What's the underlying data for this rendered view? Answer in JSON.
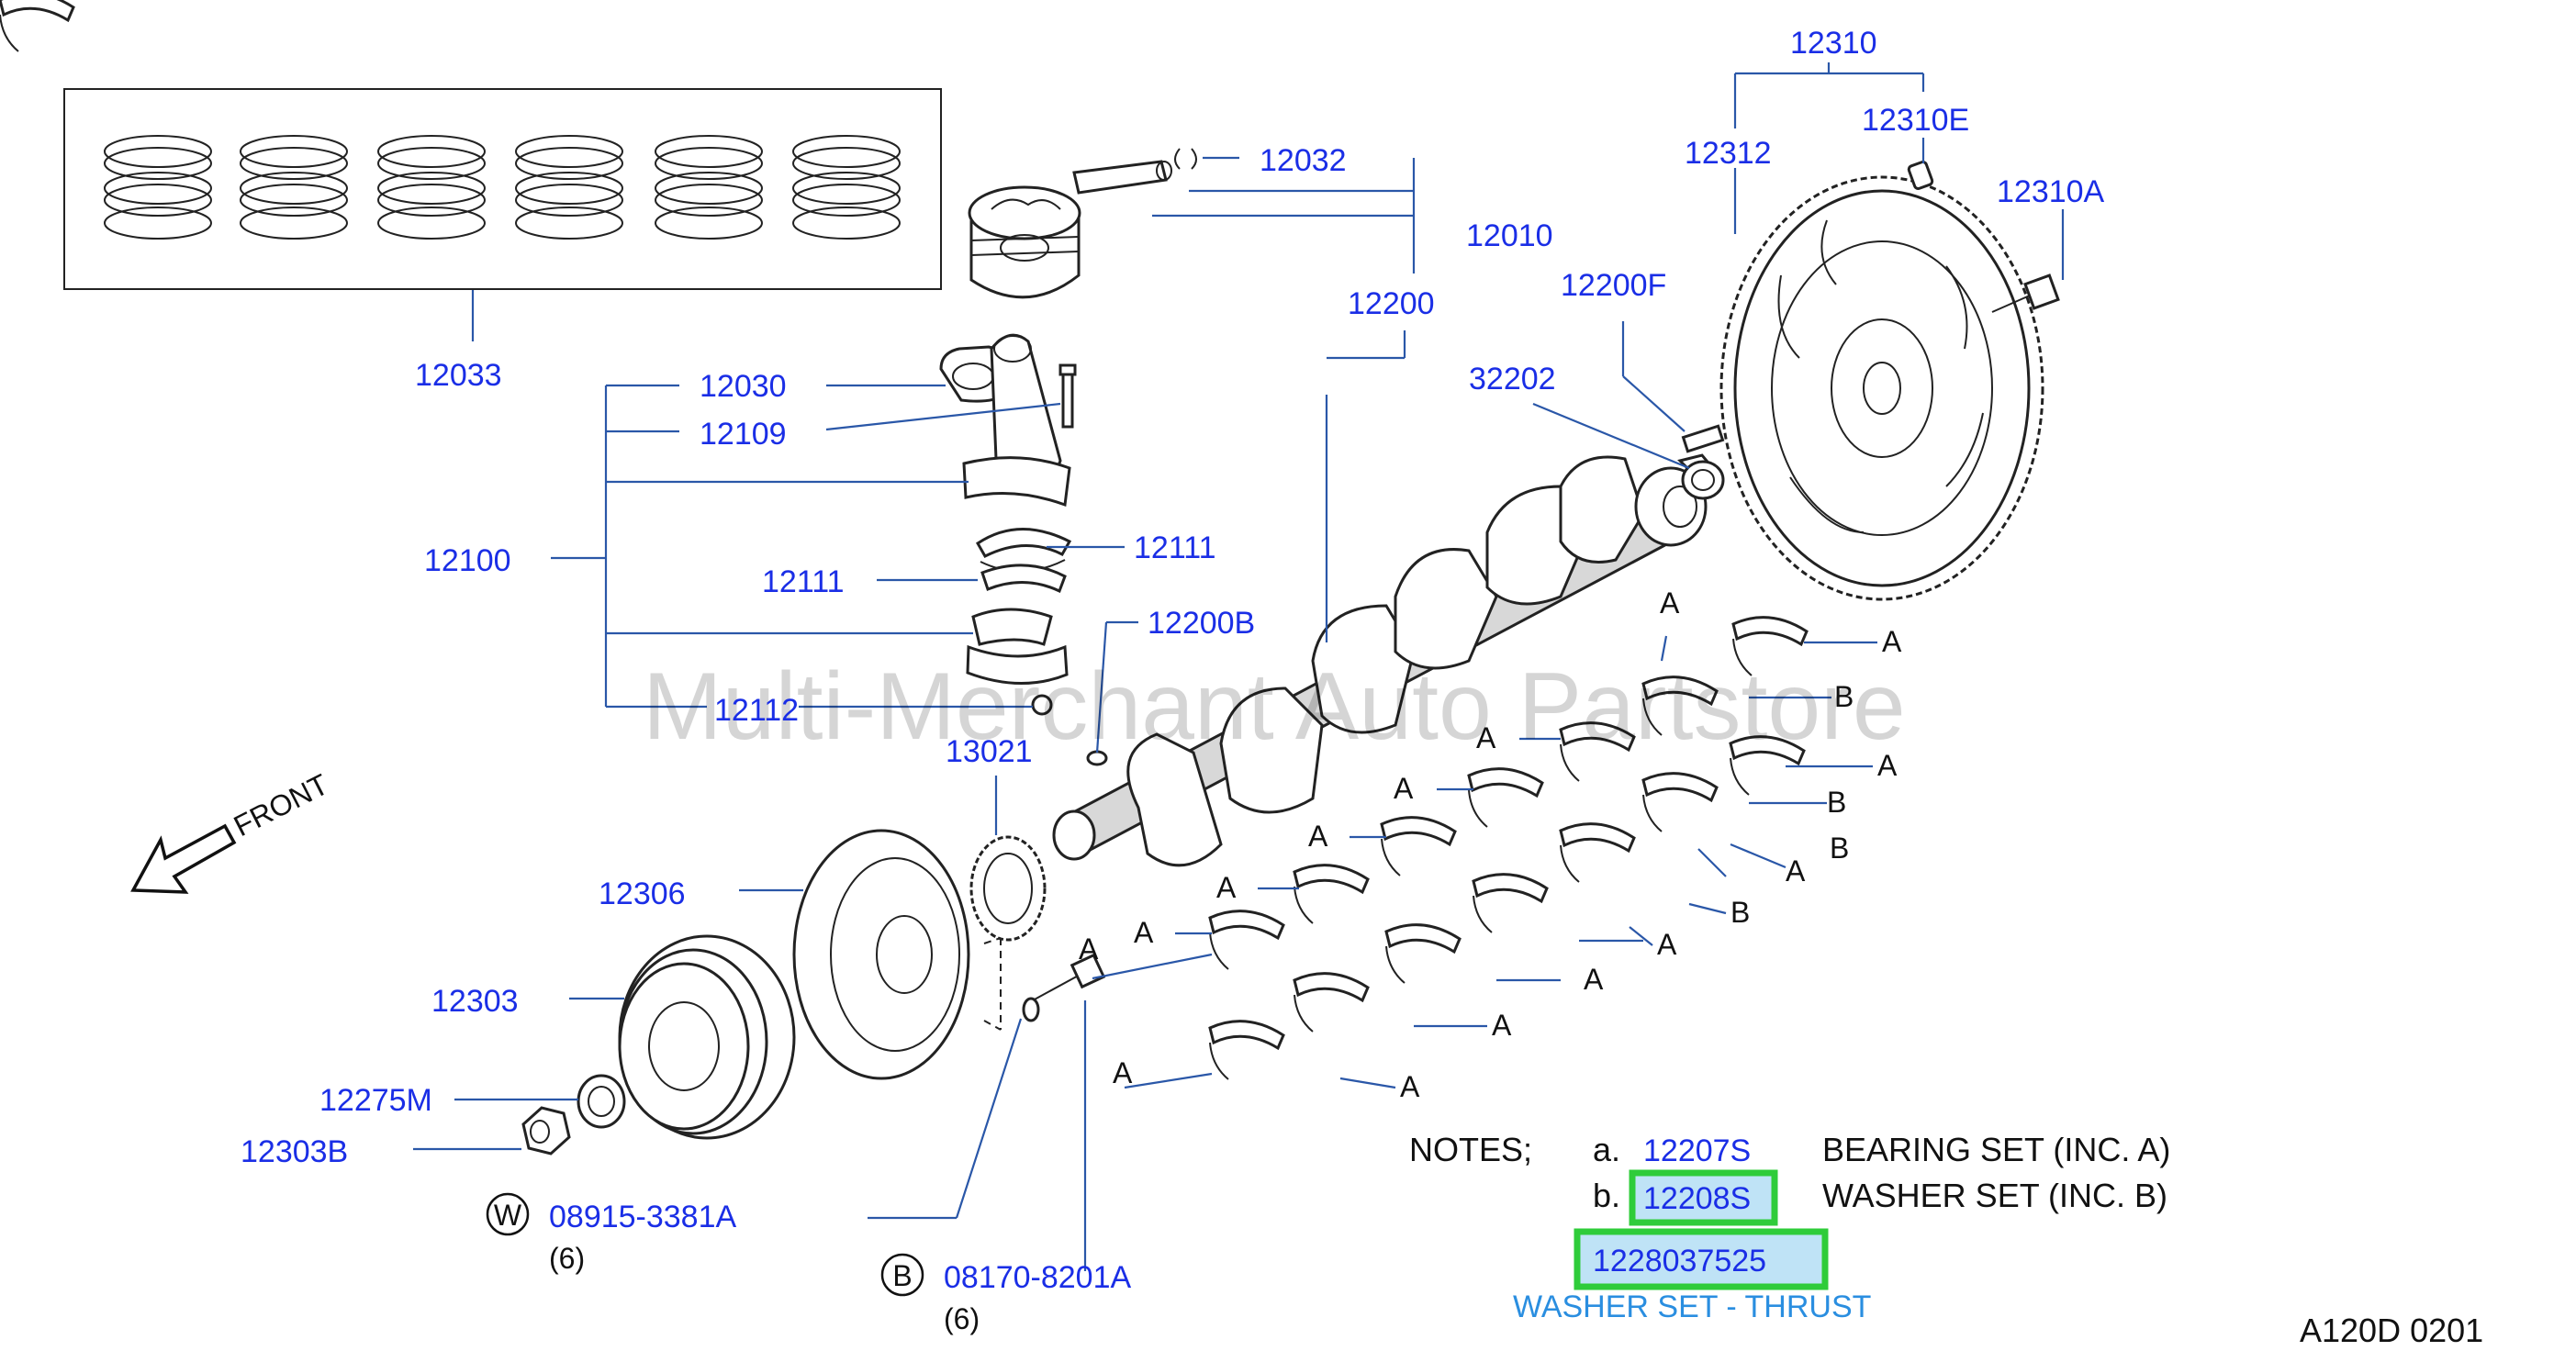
{
  "watermark": "Multi-Merchant Auto Partstore",
  "front_label": "FRONT",
  "diagram_code": "A120D  0201",
  "parts": {
    "p12310": "12310",
    "p12310E": "12310E",
    "p12312": "12312",
    "p12310A": "12310A",
    "p12032": "12032",
    "p12010": "12010",
    "p12200": "12200",
    "p12200F": "12200F",
    "p32202": "32202",
    "p12033": "12033",
    "p12030": "12030",
    "p12109": "12109",
    "p12100": "12100",
    "p12111_right": "12111",
    "p12111_left": "12111",
    "p12200B": "12200B",
    "p12112": "12112",
    "p13021": "13021",
    "p12306": "12306",
    "p12303": "12303",
    "p12275M": "12275M",
    "p12303B": "12303B",
    "p08915": "08915-3381A",
    "p08170": "08170-8201A"
  },
  "circle_labels": {
    "w": "W",
    "b": "B"
  },
  "quantities": {
    "w_qty": "(6)",
    "b_qty": "(6)"
  },
  "bearing_letters": {
    "a": "A",
    "b": "B"
  },
  "notes": {
    "heading": "NOTES;",
    "a_letter": "a.",
    "a_part": "12207S",
    "a_desc": "BEARING  SET  (INC.  A)",
    "b_letter": "b.",
    "b_part": "12208S",
    "b_desc": "WASHER  SET  (INC.  B)",
    "highlight_part": "1228037525",
    "highlight_desc": "WASHER SET - THRUST"
  },
  "colors": {
    "part_link": "#1a2ee6",
    "highlight_border": "#2fcc3a",
    "highlight_fill": "#bfe3f6",
    "desc_link": "#2a8ee0"
  }
}
